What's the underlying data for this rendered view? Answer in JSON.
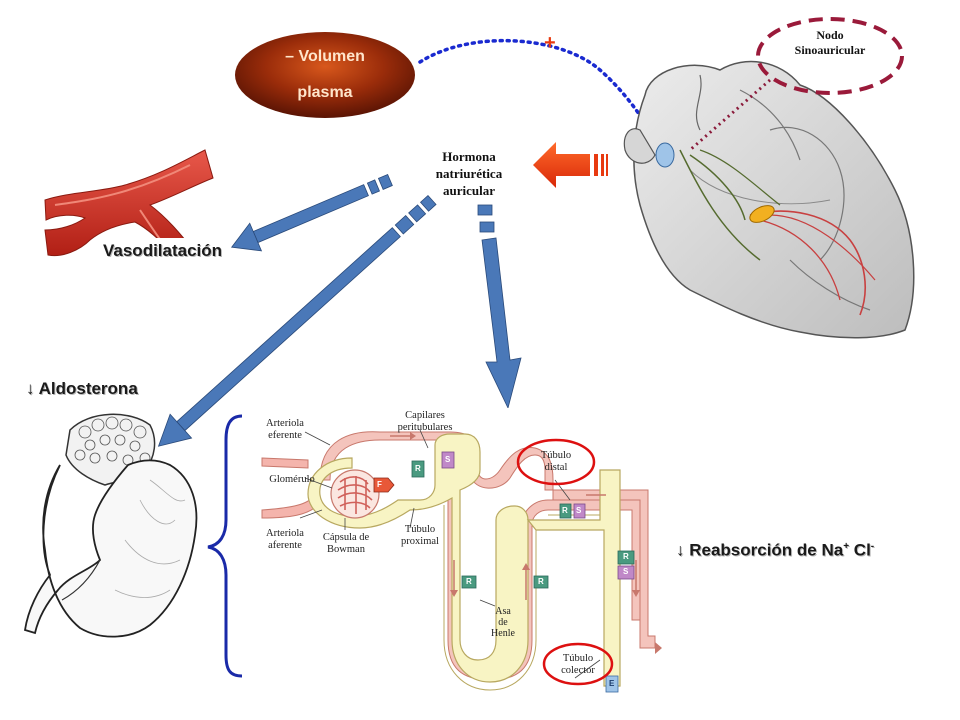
{
  "colors": {
    "arrow_blue": "#4a78b8",
    "oval_dark": "#6b1a06",
    "oval_mid": "#c24a16",
    "dashed_oval": "#9a1a3a",
    "red_arrow": "#e83a10",
    "brace_blue": "#1a2aa8",
    "tubule_pink": "#f4c4bc",
    "tubule_yellow": "#f8f4c4",
    "circle_red": "#dd1010"
  },
  "volume_oval": {
    "line1": "– Volumen",
    "line2": "plasma"
  },
  "plus_sign": "+",
  "node_label": {
    "line1": "Nodo",
    "line2": "Sinoauricular"
  },
  "hormone": {
    "line1": "Hormona",
    "line2": "natriurética",
    "line3": "auricular"
  },
  "effects": {
    "vasodilation": "Vasodilatación",
    "aldosterone": "↓ Aldosterona",
    "reabsorption_prefix": "↓ Reabsorción de Na",
    "reabsorption_sup1": "+",
    "reabsorption_mid": " Cl",
    "reabsorption_sup2": "-"
  },
  "nephron_labels": {
    "arteriola_eferente": [
      "Arteriola",
      "eferente"
    ],
    "glomerulo": "Glomérulo",
    "arteriola_aferente": [
      "Arteriola",
      "aferente"
    ],
    "capsula": [
      "Cápsula de",
      "Bowman"
    ],
    "tubulo_proximal": [
      "Túbulo",
      "proximal"
    ],
    "capilares": [
      "Capilares",
      "peritubulares"
    ],
    "tubulo_distal": [
      "Túbulo",
      "distal"
    ],
    "asa": [
      "Asa",
      "de",
      "Henle"
    ],
    "tubulo_colector": [
      "Túbulo",
      "colector"
    ]
  },
  "transport_tags": {
    "R": "R",
    "S": "S",
    "F": "F",
    "E": "E"
  }
}
